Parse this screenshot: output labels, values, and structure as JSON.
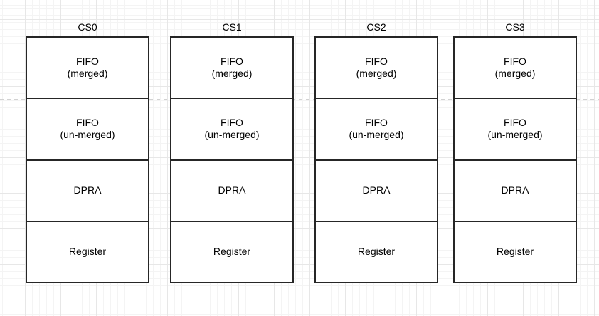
{
  "canvas": {
    "background_color": "#ffffff",
    "grid_minor_color": "#f4f4f4",
    "grid_major_color": "#e7e7e7",
    "page_break_color": "#d2d2d2",
    "shape_stroke_color": "#262626",
    "shape_fill_color": "#ffffff",
    "text_color": "#000000"
  },
  "diagram": {
    "columns": [
      {
        "label": "CS0",
        "blocks": [
          {
            "lines": [
              "FIFO",
              "(merged)"
            ]
          },
          {
            "lines": [
              "FIFO",
              "(un-merged)"
            ]
          },
          {
            "lines": [
              "DPRA"
            ]
          },
          {
            "lines": [
              "Register"
            ]
          }
        ]
      },
      {
        "label": "CS1",
        "blocks": [
          {
            "lines": [
              "FIFO",
              "(merged)"
            ]
          },
          {
            "lines": [
              "FIFO",
              "(un-merged)"
            ]
          },
          {
            "lines": [
              "DPRA"
            ]
          },
          {
            "lines": [
              "Register"
            ]
          }
        ]
      },
      {
        "label": "CS2",
        "blocks": [
          {
            "lines": [
              "FIFO",
              "(merged)"
            ]
          },
          {
            "lines": [
              "FIFO",
              "(un-merged)"
            ]
          },
          {
            "lines": [
              "DPRA"
            ]
          },
          {
            "lines": [
              "Register"
            ]
          }
        ]
      },
      {
        "label": "CS3",
        "blocks": [
          {
            "lines": [
              "FIFO",
              "(merged)"
            ]
          },
          {
            "lines": [
              "FIFO",
              "(un-merged)"
            ]
          },
          {
            "lines": [
              "DPRA"
            ]
          },
          {
            "lines": [
              "Register"
            ]
          }
        ]
      }
    ]
  }
}
